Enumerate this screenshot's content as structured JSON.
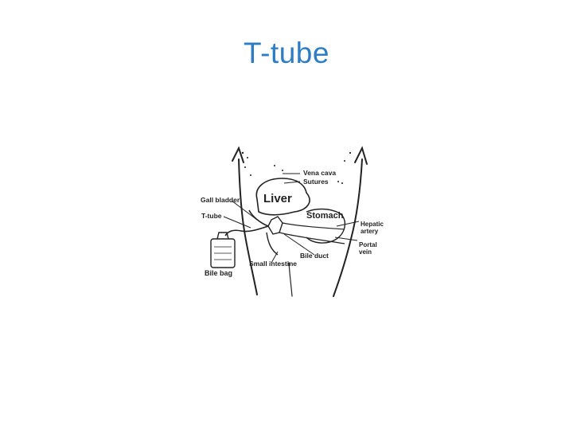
{
  "slide": {
    "title": "T-tube"
  },
  "diagram": {
    "labels": {
      "vena_cava": "Vena cava",
      "sutures": "Sutures",
      "gall_bladder": "Gall bladder",
      "liver": "Liver",
      "t_tube": "T-tube",
      "stomach": "Stomach",
      "hepatic_artery_1": "Hepatic",
      "hepatic_artery_2": "artery",
      "portal_vein_1": "Portal",
      "portal_vein_2": "vein",
      "bile_duct": "Bile duct",
      "small_intestine": "Small intestine",
      "bile_bag": "Bile bag"
    }
  }
}
